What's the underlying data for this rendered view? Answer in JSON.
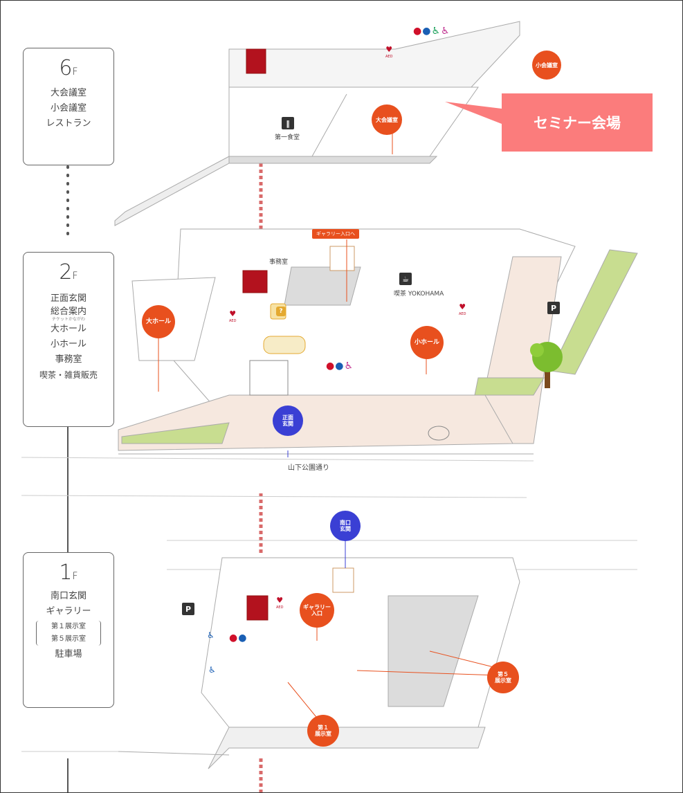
{
  "callout": {
    "label": "セミナー会場",
    "color": "#fb7c7c"
  },
  "floors": [
    {
      "level": "6",
      "suffix": "F",
      "items": [
        "大会議室",
        "小会議室",
        "レストラン"
      ]
    },
    {
      "level": "2",
      "suffix": "F",
      "items": [
        "正面玄関",
        "総合案内",
        "大ホール",
        "小ホール",
        "事務室",
        "喫茶・雑貨販売"
      ],
      "sub_note": "チケットかながわ"
    },
    {
      "level": "1",
      "suffix": "F",
      "items": [
        "南口玄関",
        "ギャラリー",
        "駐車場"
      ],
      "bracket_items": [
        "第１展示室",
        "第５展示室"
      ]
    }
  ],
  "floor6": {
    "large_room": "大会議室",
    "small_room": "小会議室",
    "restaurant": "第一食堂"
  },
  "floor2": {
    "large_hall": "大ホール",
    "small_hall": "小ホール",
    "main_entrance": "正面\n玄関",
    "office": "事務室",
    "shop": "喫茶 YOKOHAMA",
    "gallery_sign": "ギャラリー入口へ",
    "street": "山下公園通り"
  },
  "floor1": {
    "south_entrance": "南口\n玄関",
    "gallery_entrance": "ギャラリー\n入口",
    "room5": "第５\n展示室",
    "room1": "第１\n展示室"
  },
  "icons": {
    "aed": "AED",
    "parking": "P",
    "info": "?",
    "heart": "♥"
  },
  "colors": {
    "pin_orange": "#e8501e",
    "pin_blue": "#3a3fd4",
    "stair_red": "#b3121e",
    "grass": "#c8dd90",
    "plaza": "#f6e8df"
  }
}
